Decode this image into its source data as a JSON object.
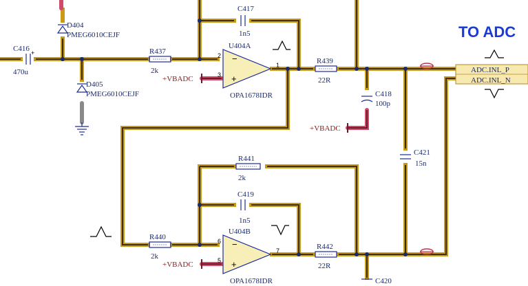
{
  "header": {
    "title": "TO ADC"
  },
  "ports": {
    "p": "ADC.INL_P",
    "n": "ADC.INL_N"
  },
  "power": {
    "vbadc_label": "+VBADC"
  },
  "components": {
    "c416": {
      "ref": "C416",
      "value": "470u"
    },
    "d404": {
      "ref": "D404",
      "part": "PMEG6010CEJF"
    },
    "d405": {
      "ref": "D405",
      "part": "PMEG6010CEJF"
    },
    "r437": {
      "ref": "R437",
      "value": "2k"
    },
    "c417": {
      "ref": "C417",
      "value": "1n5"
    },
    "u404a": {
      "ref": "U404A",
      "part": "OPA1678IDR",
      "pin_inv": "2",
      "pin_noninv": "3",
      "pin_out": "1"
    },
    "r439": {
      "ref": "R439",
      "value": "22R"
    },
    "c418": {
      "ref": "C418",
      "value": "100p"
    },
    "c421": {
      "ref": "C421",
      "value": "15n"
    },
    "r441": {
      "ref": "R441",
      "value": "2k"
    },
    "c419": {
      "ref": "C419",
      "value": "1n5"
    },
    "u404b": {
      "ref": "U404B",
      "part": "OPA1678IDR",
      "pin_inv": "6",
      "pin_noninv": "5",
      "pin_out": "7"
    },
    "r440": {
      "ref": "R440",
      "value": "2k"
    },
    "r442": {
      "ref": "R442",
      "value": "22R"
    },
    "c420": {
      "ref": "C420"
    }
  },
  "opamp_signs": {
    "minus": "−",
    "plus": "+"
  },
  "colors": {
    "wire_highlight": "#c89a18",
    "wire_dark": "#3a2e12",
    "component_blue": "#1a2a9c",
    "title_blue": "#1a3bd6",
    "power_red": "#d04a6a",
    "port_fill": "#f7e9b0"
  }
}
